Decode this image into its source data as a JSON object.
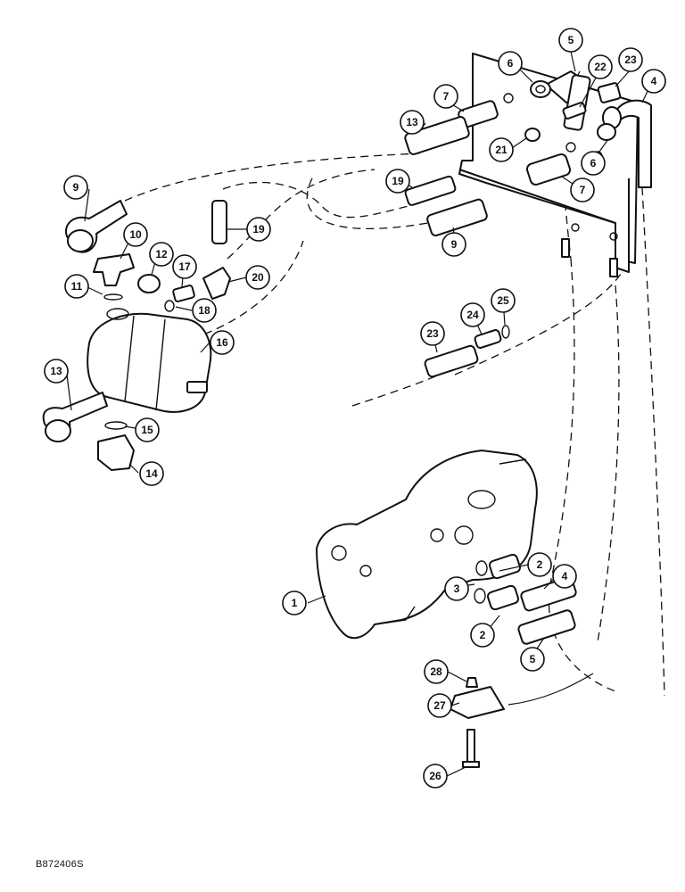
{
  "drawing": {
    "reference_code": "B872406S",
    "callouts": [
      {
        "id": "c1",
        "label": "1"
      },
      {
        "id": "c2a",
        "label": "2"
      },
      {
        "id": "c2b",
        "label": "2"
      },
      {
        "id": "c3",
        "label": "3"
      },
      {
        "id": "c4a",
        "label": "4"
      },
      {
        "id": "c4b",
        "label": "4"
      },
      {
        "id": "c5a",
        "label": "5"
      },
      {
        "id": "c5b",
        "label": "5"
      },
      {
        "id": "c6a",
        "label": "6"
      },
      {
        "id": "c6b",
        "label": "6"
      },
      {
        "id": "c7a",
        "label": "7"
      },
      {
        "id": "c7b",
        "label": "7"
      },
      {
        "id": "c9a",
        "label": "9"
      },
      {
        "id": "c9b",
        "label": "9"
      },
      {
        "id": "c10",
        "label": "10"
      },
      {
        "id": "c11",
        "label": "11"
      },
      {
        "id": "c12",
        "label": "12"
      },
      {
        "id": "c13a",
        "label": "13"
      },
      {
        "id": "c13b",
        "label": "13"
      },
      {
        "id": "c14",
        "label": "14"
      },
      {
        "id": "c15",
        "label": "15"
      },
      {
        "id": "c16",
        "label": "16"
      },
      {
        "id": "c17",
        "label": "17"
      },
      {
        "id": "c18",
        "label": "18"
      },
      {
        "id": "c19a",
        "label": "19"
      },
      {
        "id": "c19b",
        "label": "19"
      },
      {
        "id": "c20",
        "label": "20"
      },
      {
        "id": "c21",
        "label": "21"
      },
      {
        "id": "c22",
        "label": "22"
      },
      {
        "id": "c23a",
        "label": "23"
      },
      {
        "id": "c23b",
        "label": "23"
      },
      {
        "id": "c24",
        "label": "24"
      },
      {
        "id": "c25",
        "label": "25"
      },
      {
        "id": "c26",
        "label": "26"
      },
      {
        "id": "c27",
        "label": "27"
      },
      {
        "id": "c28",
        "label": "28"
      }
    ]
  }
}
